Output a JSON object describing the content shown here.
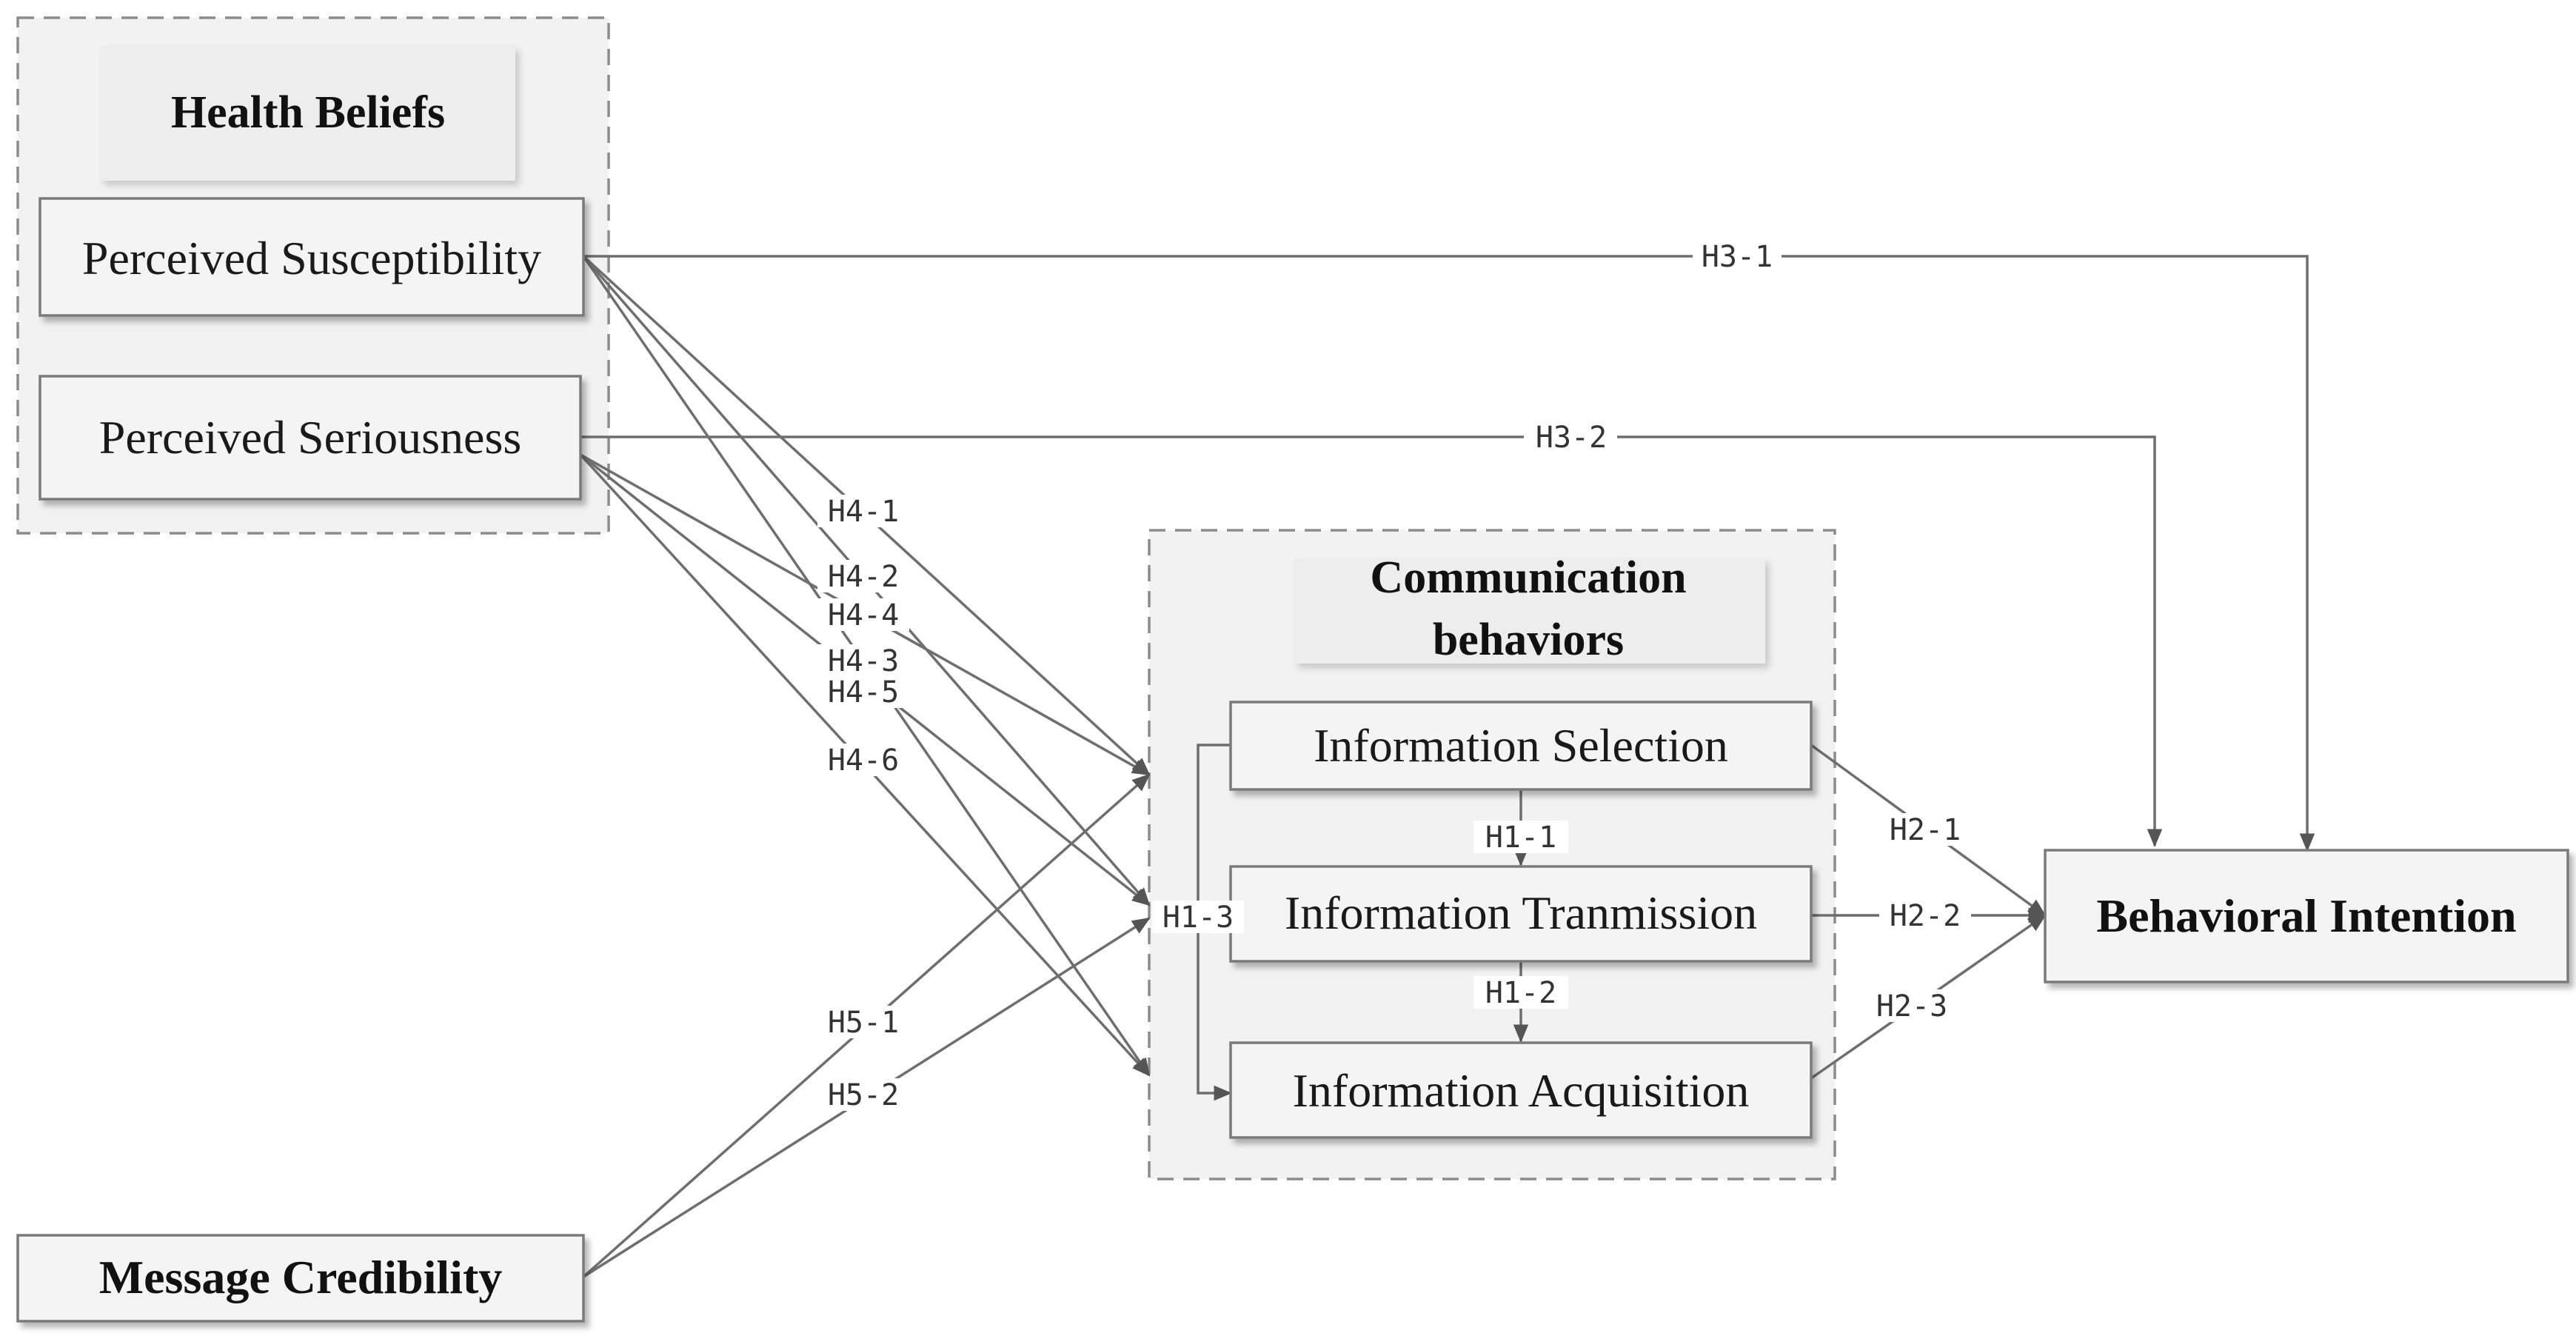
{
  "groups": {
    "health_beliefs": "Health Beliefs",
    "communication_line1": "Communication",
    "communication_line2": "behaviors"
  },
  "nodes": {
    "perceived_susceptibility": "Perceived Susceptibility",
    "perceived_seriousness": "Perceived Seriousness",
    "message_credibility": "Message Credibility",
    "information_selection": "Information Selection",
    "information_transmission": "Information Tranmission",
    "information_acquisition": "Information Acquisition",
    "behavioral_intention": "Behavioral Intention"
  },
  "hypotheses": {
    "h1_1": "H1-1",
    "h1_2": "H1-2",
    "h1_3": "H1-3",
    "h2_1": "H2-1",
    "h2_2": "H2-2",
    "h2_3": "H2-3",
    "h3_1": "H3-1",
    "h3_2": "H3-2",
    "h4_1": "H4-1",
    "h4_2": "H4-2",
    "h4_3": "H4-3",
    "h4_4": "H4-4",
    "h4_5": "H4-5",
    "h4_6": "H4-6",
    "h5_1": "H5-1",
    "h5_2": "H5-2"
  }
}
